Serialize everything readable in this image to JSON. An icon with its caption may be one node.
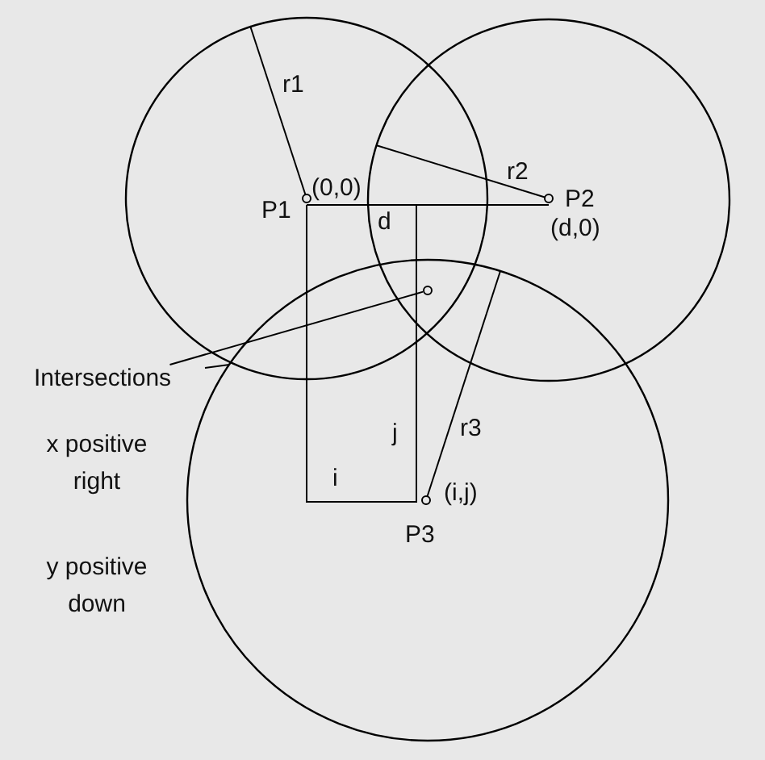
{
  "diagram": {
    "nodes": [
      {
        "text": [
          "Intersections"
        ]
      },
      {
        "text": [],
        "shape": "circle"
      }
    ],
    "edges": [
      {
        "from": 0,
        "to": 1,
        "arrow": "none"
      },
      {
        "from": 0,
        "to": null,
        "arrow": "none"
      }
    ],
    "labels": [
      "r1",
      "(0,0)",
      "P1",
      "r2",
      "P2",
      "(d,0)",
      "d",
      "x positive right",
      "j",
      "r3",
      "i",
      "(i,j)",
      "P3",
      "y positive down"
    ]
  }
}
